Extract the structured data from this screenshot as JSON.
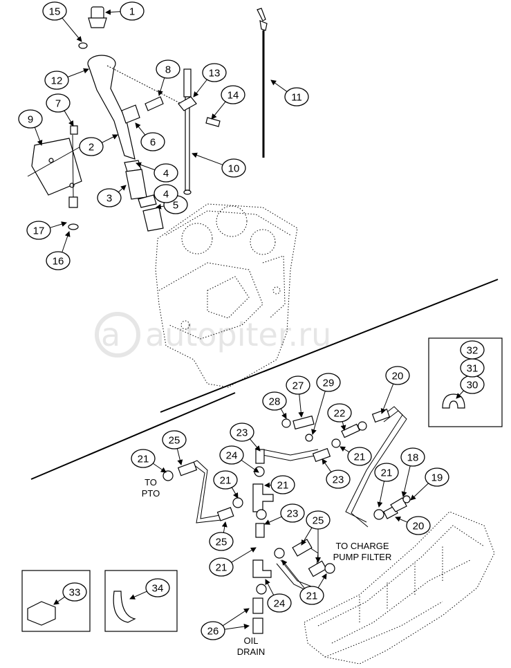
{
  "watermark": "autopiter.ru",
  "callouts": [
    "1",
    "2",
    "3",
    "4",
    "5",
    "6",
    "7",
    "8",
    "9",
    "10",
    "11",
    "12",
    "13",
    "14",
    "15",
    "16",
    "17",
    "20",
    "20",
    "21",
    "21",
    "21",
    "21",
    "21",
    "21",
    "21",
    "22",
    "23",
    "23",
    "23",
    "24",
    "24",
    "25",
    "25",
    "25",
    "26",
    "27",
    "28",
    "29",
    "30",
    "31",
    "32",
    "33",
    "34",
    "18",
    "19",
    "4",
    "20",
    "21"
  ],
  "labels": {
    "to_pto_1": "TO",
    "to_pto_2": "PTO",
    "charge_1": "TO CHARGE",
    "charge_2": "PUMP FILTER",
    "drain_1": "OIL",
    "drain_2": "DRAIN"
  }
}
